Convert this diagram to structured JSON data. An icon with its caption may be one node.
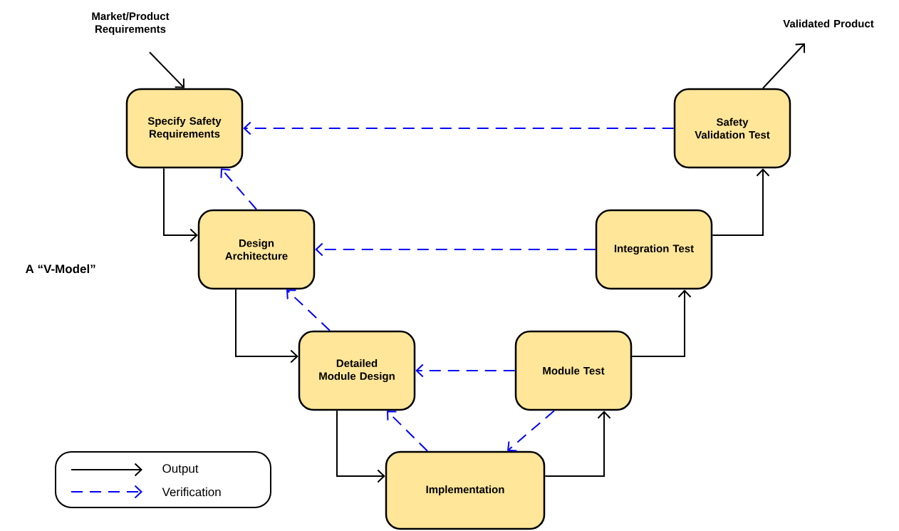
{
  "diagram": {
    "nodes": [
      {
        "text": [
          "Market/Product Requirements"
        ]
      },
      {
        "text": [
          "Specify Safety Requirements"
        ]
      },
      {
        "text": [
          "Safety Validation Test"
        ]
      },
      {
        "text": [
          "Design Architecture"
        ]
      },
      {
        "text": [
          "Integration Test"
        ]
      },
      {
        "text": [
          "Detailed Module Design"
        ]
      },
      {
        "text": [
          "Module Test"
        ]
      },
      {
        "text": [
          "Implementation"
        ]
      },
      {
        "text": [
          "Validated Product"
        ]
      }
    ],
    "edges": [
      {
        "from": 0,
        "to": 1,
        "arrow": "to"
      },
      {
        "from": 1,
        "to": 3,
        "arrow": "to"
      },
      {
        "from": 3,
        "to": 5,
        "arrow": "to"
      },
      {
        "from": 5,
        "to": 7,
        "arrow": "to"
      },
      {
        "from": 7,
        "to": 6,
        "arrow": "to"
      },
      {
        "from": 6,
        "to": 4,
        "arrow": "to"
      },
      {
        "from": 4,
        "to": 2,
        "arrow": "to"
      },
      {
        "from": 2,
        "to": 8,
        "arrow": "to"
      },
      {
        "from": 2,
        "to": 1,
        "arrow": "to",
        "style": "dashed",
        "color": "#0000ff"
      },
      {
        "from": 3,
        "to": 1,
        "arrow": "to",
        "style": "dashed",
        "color": "#0000ff"
      },
      {
        "from": 4,
        "to": 3,
        "arrow": "to",
        "style": "dashed",
        "color": "#0000ff"
      },
      {
        "from": 5,
        "to": 3,
        "arrow": "to",
        "style": "dashed",
        "color": "#0000ff"
      },
      {
        "from": 6,
        "to": 5,
        "arrow": "to",
        "style": "dashed",
        "color": "#0000ff"
      },
      {
        "from": 7,
        "to": 5,
        "arrow": "to",
        "style": "dashed",
        "color": "#0000ff"
      },
      {
        "from": 6,
        "to": 7,
        "arrow": "to",
        "style": "dashed",
        "color": "#0000ff"
      }
    ],
    "labels": [
      "A “V-Model”"
    ],
    "legend": [
      {
        "text": "Output"
      },
      {
        "text": "Verification"
      }
    ]
  }
}
